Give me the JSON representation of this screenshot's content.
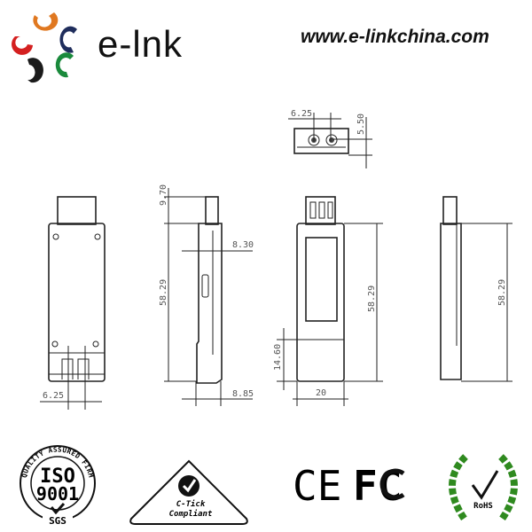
{
  "header": {
    "brand": "e-lnk",
    "url": "www.e-linkchina.com",
    "logo_colors": [
      "#e07820",
      "#1f2d5c",
      "#d42020",
      "#1b1b1b",
      "#1a8a3c"
    ]
  },
  "drawing": {
    "top_view": {
      "width_dim": "6.25",
      "height_dim": "5.50"
    },
    "front_view": {
      "port_dim": "6.25"
    },
    "side_view": {
      "plug_dim": "9.70",
      "length_dim": "58.29",
      "thickness_dim": "8.30",
      "base_dim": "8.85"
    },
    "back_view": {
      "length_dim": "58.29",
      "lower_dim": "14.60",
      "width_dim": "20"
    },
    "side_view_2": {
      "length_dim": "58.29"
    }
  },
  "certifications": {
    "iso": {
      "ring": "QUALITY ASSURED FIRM",
      "line1": "ISO",
      "line2": "9001",
      "mark": "SGS"
    },
    "ctick": {
      "line1": "C-Tick",
      "line2": "Compliant"
    },
    "ce": "CE",
    "fcc": "FC",
    "rohs": "RoHS"
  }
}
